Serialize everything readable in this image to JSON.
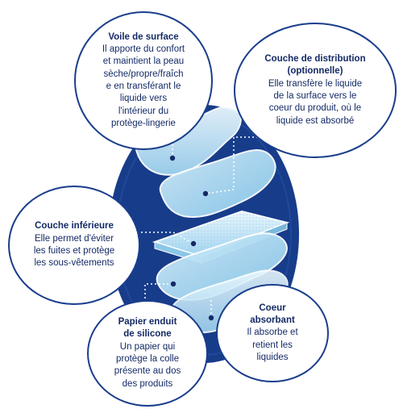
{
  "colors": {
    "navy": "#173c8a",
    "outline": "#1a3e8c",
    "text": "#142a66",
    "layer_light": "#d7eef9",
    "layer_mid": "#a9d8f2",
    "layer_edge": "#ffffff"
  },
  "callouts": {
    "surface": {
      "title": "Voile de surface",
      "body": "Il apporte du confort\net maintient la peau\nsèche/propre/fraîch\ne en transférant le\nliquide vers\nl'intérieur du\nprotège-lingerie"
    },
    "distribution": {
      "title": "Couche de distribution\n(optionnelle)",
      "body": "Elle transfère le liquide\nde la surface vers le\ncoeur du produit, où le\nliquide est absorbé"
    },
    "lower": {
      "title": "Couche inférieure",
      "body": "Elle permet d'éviter\nles fuites et protège\nles sous-vêtements"
    },
    "paper": {
      "title": "Papier enduit\nde silicone",
      "body": "Un papier qui\nprotège la colle\nprésente au dos\ndes produits"
    },
    "core": {
      "title": "Coeur\nabsorbant",
      "body": "Il absorbe et\nretient les\nliquides"
    }
  }
}
